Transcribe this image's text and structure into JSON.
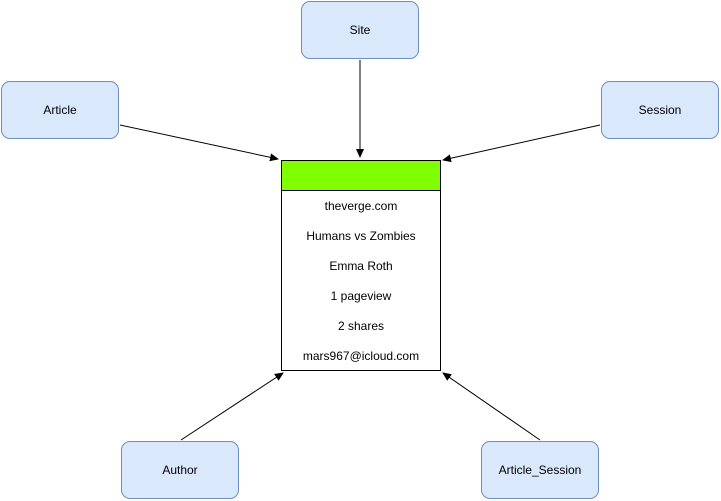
{
  "nodes": {
    "site": "Site",
    "article": "Article",
    "session": "Session",
    "author": "Author",
    "article_session": "Article_Session"
  },
  "record": {
    "header_color": "#80ff00",
    "rows": [
      "theverge.com",
      "Humans vs Zombies",
      "Emma Roth",
      "1 pageview",
      "2 shares",
      "mars967@icloud.com"
    ]
  },
  "colors": {
    "node_fill": "#dae8fc",
    "node_border": "#6c8ebf",
    "edge": "#000000"
  }
}
